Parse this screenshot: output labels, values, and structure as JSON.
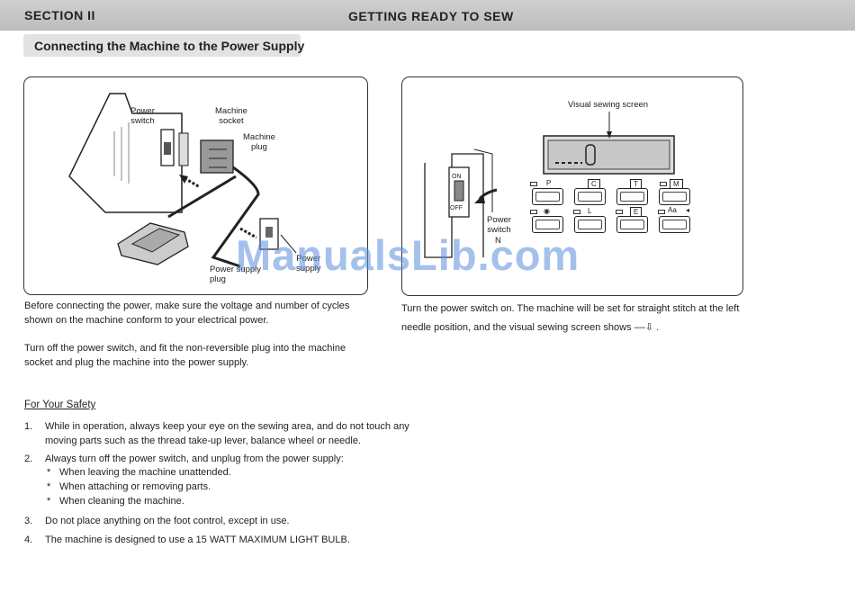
{
  "header": {
    "section_label": "SECTION II",
    "chapter_title": "GETTING READY TO SEW"
  },
  "subtitle": "Connecting the Machine to the Power Supply",
  "figure_left": {
    "labels": {
      "power_switch": "Power\nswitch",
      "machine_socket": "Machine\nsocket",
      "machine_plug": "Machine\nplug",
      "power_supply_plug": "Power supply\nplug",
      "power_supply": "Power\nsupply"
    }
  },
  "figure_right": {
    "labels": {
      "visual_sewing_screen": "Visual sewing screen",
      "power_switch": "Power\nswitch",
      "switch_on": "ON",
      "switch_off": "OFF",
      "n": "N"
    },
    "key_labels": [
      "P",
      "C",
      "T",
      "M",
      "L",
      "E",
      "Aa"
    ]
  },
  "left_text": {
    "para1": "Before connecting the power, make sure the voltage and number of cycles shown on the machine conform to your electrical power.",
    "para2": "Turn off the power switch, and fit the non-reversible plug into the machine socket and plug the machine into the power supply."
  },
  "right_text": {
    "para1": "Turn the power switch on.  The machine will be set for straight stitch at the left needle position, and the visual sewing screen shows  ‒‒⇩ ."
  },
  "safety": {
    "title": "For Your Safety",
    "items": [
      {
        "num": "1.",
        "lines": [
          "While in operation, always keep your eye on the sewing area, and do not touch any",
          "moving parts such as the thread take-up lever, balance wheel or needle."
        ]
      },
      {
        "num": "2.",
        "lines": [
          "Always turn off the power switch, and unplug from the power supply:"
        ],
        "subitems": [
          "When leaving the machine unattended.",
          "When attaching or removing parts.",
          "When cleaning the machine."
        ]
      },
      {
        "num": "3.",
        "lines": [
          "Do not place anything on the foot control, except in use."
        ]
      },
      {
        "num": "4.",
        "lines": [
          "The machine is designed to use a 15 WATT MAXIMUM LIGHT BULB."
        ]
      }
    ]
  },
  "watermark": "ManualsLib.com"
}
